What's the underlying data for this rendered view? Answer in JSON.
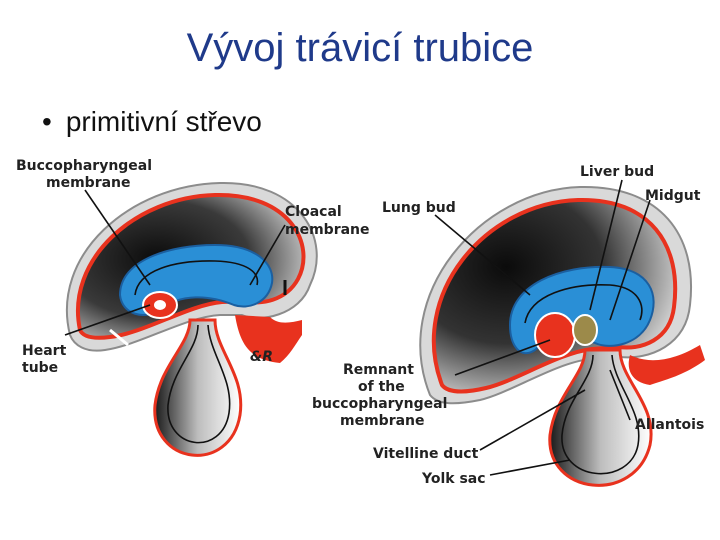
{
  "slide": {
    "title": "Vývoj trávicí trubice",
    "bullet": "primitivní střevo"
  },
  "figure": {
    "labels": {
      "buccopharyngeal_membrane": [
        "Buccopharyngeal",
        "membrane"
      ],
      "cloacal_membrane": [
        "Cloacal",
        "membrane"
      ],
      "lung_bud": "Lung bud",
      "liver_bud": "Liver bud",
      "midgut": "Midgut",
      "heart_tube": [
        "Heart",
        "tube"
      ],
      "remnant": [
        "Remnant",
        "of the",
        "buccopharyngeal",
        "membrane"
      ],
      "allantois": "Allantois",
      "vitelline_duct": "Vitelline duct",
      "yolk_sac": "Yolk sac",
      "signature": "&R"
    },
    "colors": {
      "ectoderm": "#e8321e",
      "endoderm": "#2a8fd6",
      "yolk_line": "#f2d21a",
      "body_shadow": "#111111",
      "outline": "#9a9a9a"
    }
  }
}
